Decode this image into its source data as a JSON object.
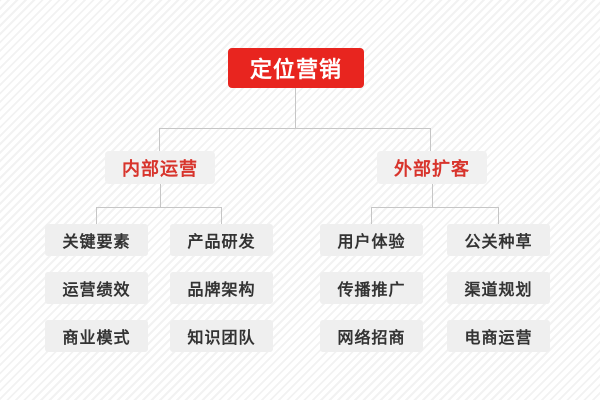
{
  "diagram": {
    "type": "organization-tree",
    "colors": {
      "root_background": "#e8251f",
      "root_text": "#ffffff",
      "branch_background": "#f1f1f1",
      "branch_text": "#d8342c",
      "leaf_background": "#efefef",
      "leaf_text": "#333333",
      "connector": "#c6c6c6",
      "page_background": "#fcfcfc"
    },
    "root": {
      "label": "定位营销"
    },
    "branches": [
      {
        "label": "内部运营",
        "leaves": [
          {
            "label": "关键要素"
          },
          {
            "label": "产品研发"
          },
          {
            "label": "运营绩效"
          },
          {
            "label": "品牌架构"
          },
          {
            "label": "商业模式"
          },
          {
            "label": "知识团队"
          }
        ]
      },
      {
        "label": "外部扩客",
        "leaves": [
          {
            "label": "用户体验"
          },
          {
            "label": "公关种草"
          },
          {
            "label": "传播推广"
          },
          {
            "label": "渠道规划"
          },
          {
            "label": "网络招商"
          },
          {
            "label": "电商运营"
          }
        ]
      }
    ]
  }
}
